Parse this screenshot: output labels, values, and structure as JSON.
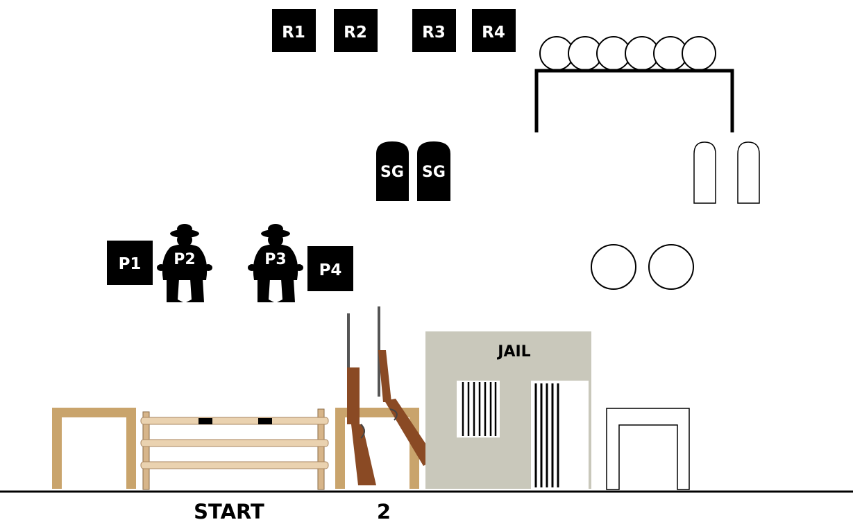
{
  "rifle_targets": [
    "R1",
    "R2",
    "R3",
    "R4"
  ],
  "pistol_targets": [
    "P1",
    "P2",
    "P3",
    "P4"
  ],
  "shotgun_targets": [
    "SG",
    "SG"
  ],
  "jail_sign": "JAIL",
  "positions": {
    "start": "START",
    "second": "2"
  },
  "colors": {
    "target_fill": "#000000",
    "table_wood": "#c9a46c",
    "jail_wall": "#c9c8bb",
    "rail_wood": "#ead2b0",
    "rifle_stock": "#8a4a24"
  }
}
